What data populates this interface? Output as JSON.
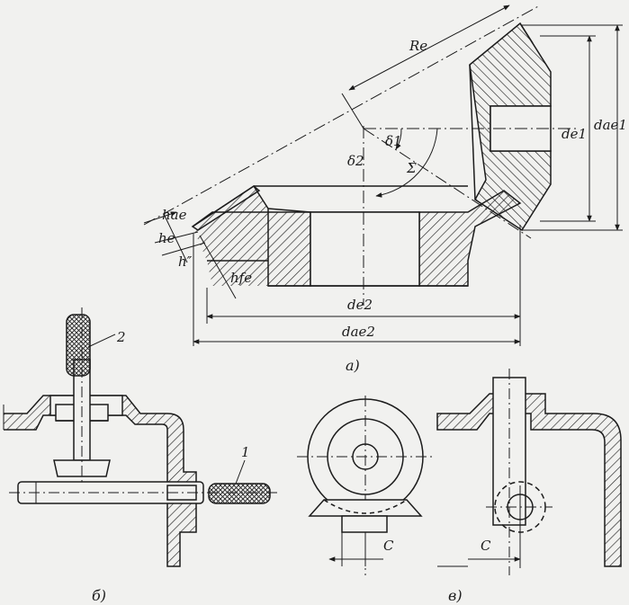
{
  "figure": {
    "part_a": {
      "caption": "а)",
      "labels": {
        "re": "Re",
        "delta1": "δ1",
        "delta2": "δ2",
        "sigma": "Σ",
        "de1": "de1",
        "dae1": "dae1",
        "hae": "hae",
        "he": "he",
        "h_dblprime": "h″",
        "hfe": "hfe",
        "de2": "de2",
        "dae2": "dae2"
      }
    },
    "part_b": {
      "caption": "б)",
      "labels": {
        "item1": "1",
        "item2": "2"
      }
    },
    "part_v": {
      "caption": "в)",
      "labels": {
        "c_left": "C",
        "c_right": "C"
      }
    }
  }
}
